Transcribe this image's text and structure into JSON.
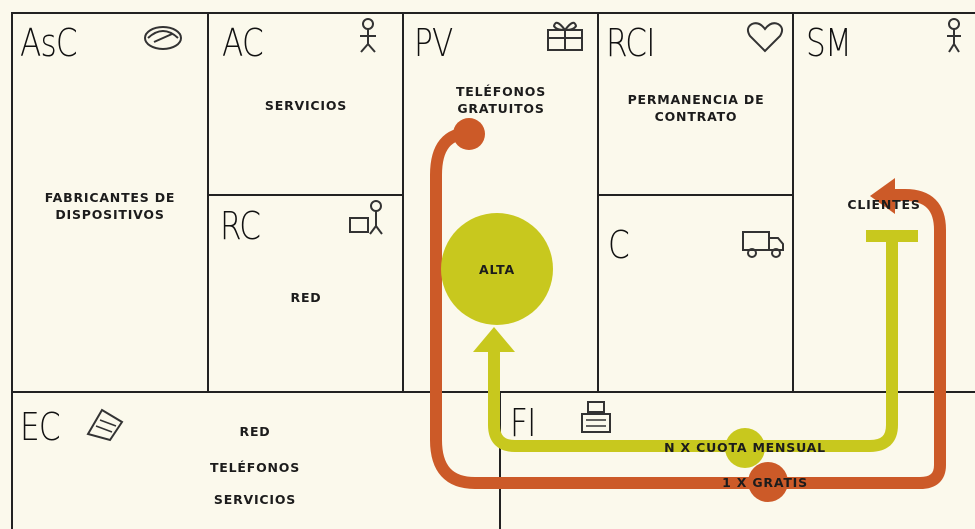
{
  "blocks": {
    "asc": {
      "code": "AsC",
      "icon": "handshake-icon",
      "items": [
        "FABRICANTES DE\nDISPOSITIVOS"
      ]
    },
    "ac": {
      "code": "AC",
      "icon": "worker-icon",
      "items": [
        "SERVICIOS"
      ]
    },
    "rc": {
      "code": "RC",
      "icon": "key-resources-icon",
      "items": [
        "RED"
      ]
    },
    "pv": {
      "code": "PV",
      "icon": "gift-icon",
      "items": [
        "TELÉFONOS\nGRATUITOS"
      ]
    },
    "rci": {
      "code": "RCI",
      "icon": "heart-icon",
      "items": [
        "PERMANENCIA DE\nCONTRATO"
      ]
    },
    "c": {
      "code": "C",
      "icon": "truck-icon",
      "items": []
    },
    "sm": {
      "code": "SM",
      "icon": "person-icon",
      "items": [
        "CLIENTES"
      ]
    },
    "ec": {
      "code": "EC",
      "icon": "scale-icon",
      "items": [
        "RED",
        "TELÉFONOS",
        "SERVICIOS"
      ]
    },
    "fi": {
      "code": "FI",
      "icon": "cash-register-icon",
      "items": []
    }
  },
  "flow": {
    "alta_label": "ALTA",
    "quota_label": "N X CUOTA MENSUAL",
    "gratis_label": "1 X GRATIS",
    "colors": {
      "orange": "#cc5a28",
      "yellow": "#c8c81e"
    }
  }
}
